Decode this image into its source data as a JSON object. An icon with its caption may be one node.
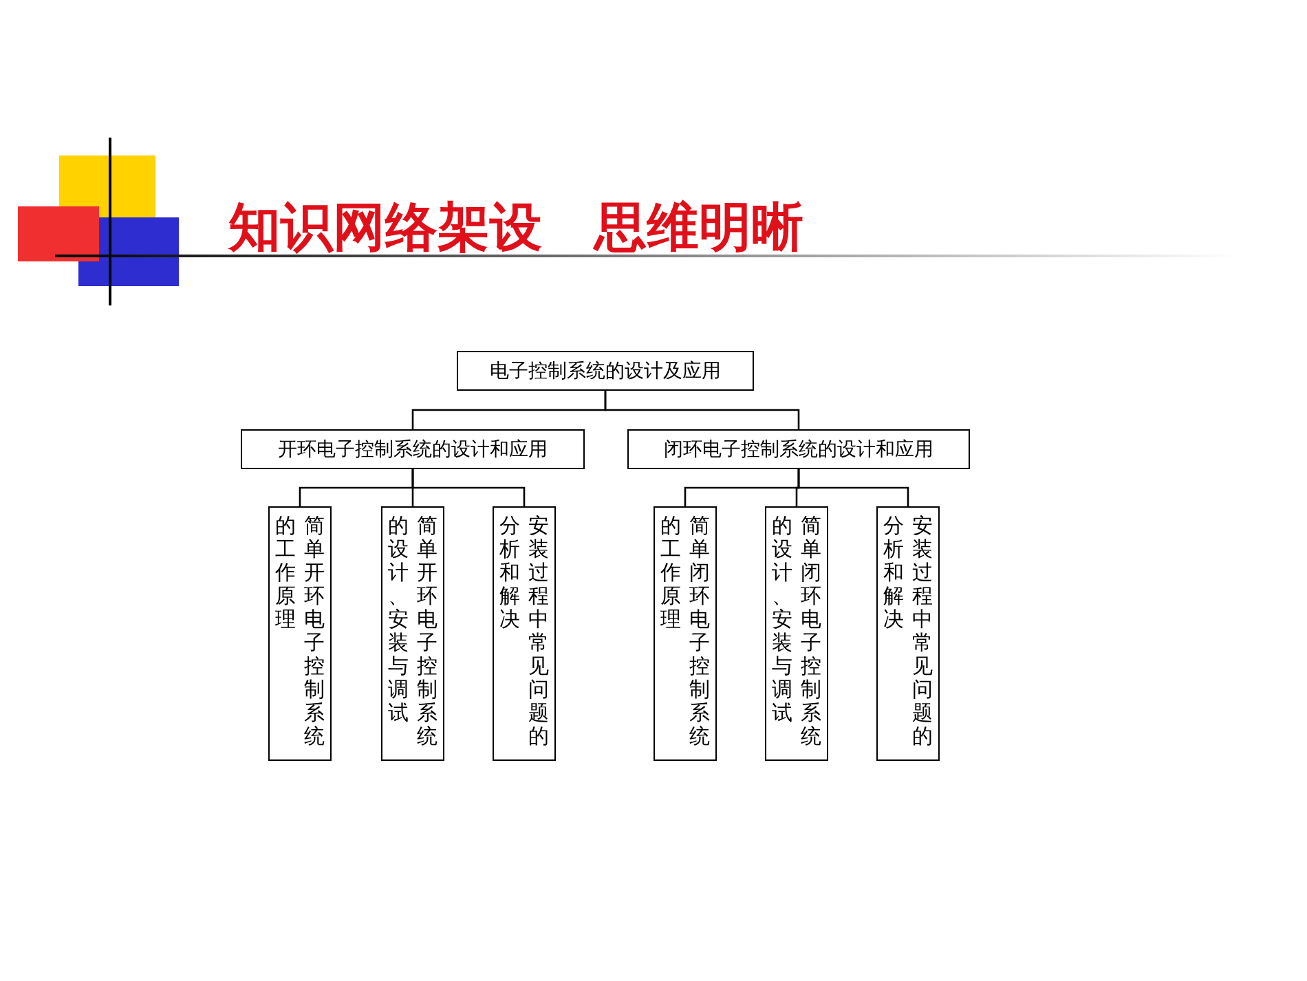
{
  "diagram": {
    "title": "知识网络架设　思维明晰",
    "nodes": [
      {
        "text": [
          "电子控制系统的设计及应用"
        ]
      },
      {
        "text": [
          "开环电子控制系统的设计和应用"
        ]
      },
      {
        "text": [
          "闭环电子控制系统的设计和应用"
        ]
      },
      {
        "text": [
          "简单开环电子控制系统的工作原理"
        ]
      },
      {
        "text": [
          "简单开环电子控制系统的设计、安装与调试"
        ]
      },
      {
        "text": [
          "安装过程中常见问题的分析和解决"
        ]
      },
      {
        "text": [
          "简单闭环电子控制系统的工作原理"
        ]
      },
      {
        "text": [
          "简单闭环电子控制系统的设计、安装与调试"
        ]
      },
      {
        "text": [
          "安装过程中常见问题的分析和解决"
        ]
      }
    ],
    "edges": [
      {
        "from": 0,
        "to": 1,
        "arrow": "none"
      },
      {
        "from": 0,
        "to": 2,
        "arrow": "none"
      },
      {
        "from": 1,
        "to": 3,
        "arrow": "none"
      },
      {
        "from": 1,
        "to": 4,
        "arrow": "none"
      },
      {
        "from": 1,
        "to": 5,
        "arrow": "none"
      },
      {
        "from": 2,
        "to": 6,
        "arrow": "none"
      },
      {
        "from": 2,
        "to": 7,
        "arrow": "none"
      },
      {
        "from": 2,
        "to": 8,
        "arrow": "none"
      }
    ]
  }
}
